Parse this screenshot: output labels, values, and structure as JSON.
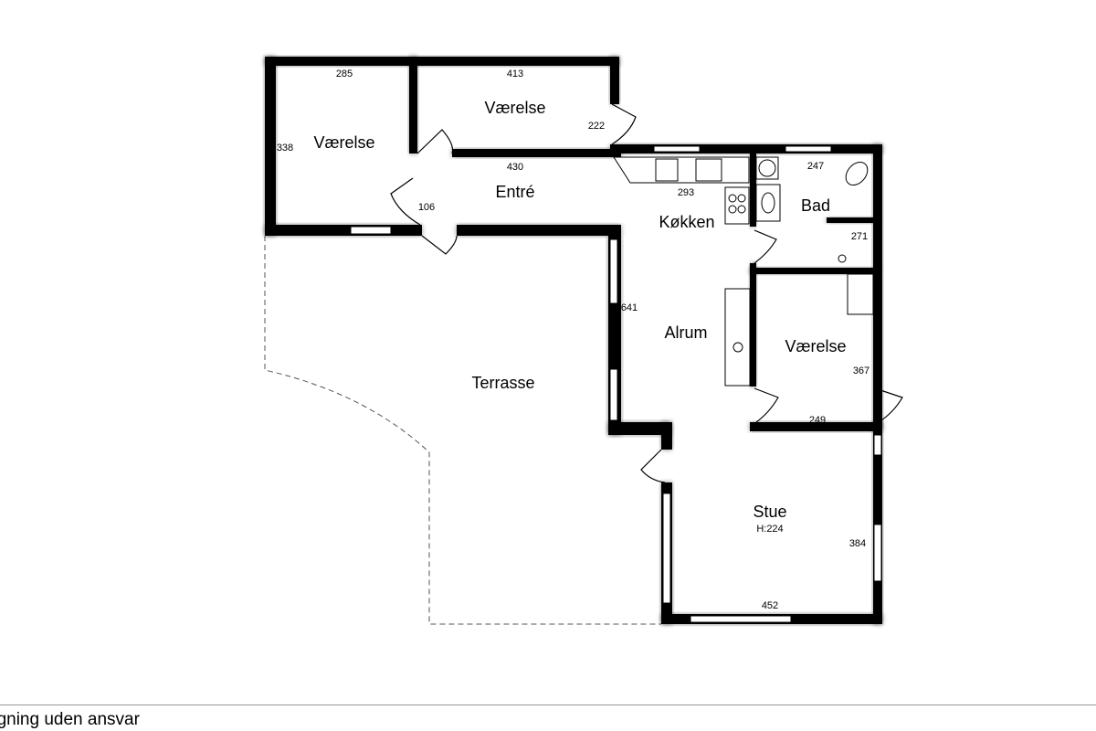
{
  "rooms": {
    "vaerelse_1": "Værelse",
    "vaerelse_2": "Værelse",
    "entre": "Entré",
    "kokken": "Køkken",
    "bad": "Bad",
    "alrum": "Alrum",
    "vaerelse_3": "Værelse",
    "terrasse": "Terrasse",
    "stue": "Stue",
    "stue_height": "H:224"
  },
  "dimensions": {
    "d285": "285",
    "d413": "413",
    "d338": "338",
    "d222": "222",
    "d430": "430",
    "d106": "106",
    "d293": "293",
    "d247": "247",
    "d271": "271",
    "d641": "641",
    "d367": "367",
    "d249": "249",
    "d384": "384",
    "d452": "452"
  },
  "footer": {
    "disclaimer": "egning uden ansvar"
  },
  "colors": {
    "wall": "#000000",
    "background": "#ffffff",
    "divider": "#999999"
  }
}
